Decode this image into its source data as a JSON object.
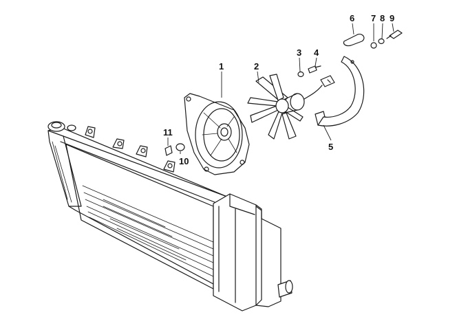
{
  "callouts": [
    {
      "id": "c1",
      "label": "1"
    },
    {
      "id": "c2",
      "label": "2"
    },
    {
      "id": "c3",
      "label": "3"
    },
    {
      "id": "c4",
      "label": "4"
    },
    {
      "id": "c5",
      "label": "5"
    },
    {
      "id": "c6",
      "label": "6"
    },
    {
      "id": "c7",
      "label": "7"
    },
    {
      "id": "c8",
      "label": "8"
    },
    {
      "id": "c9",
      "label": "9"
    },
    {
      "id": "c10",
      "label": "10"
    },
    {
      "id": "c11",
      "label": "11"
    }
  ],
  "colors": {
    "line": "#1a1a1a",
    "background": "#ffffff"
  }
}
